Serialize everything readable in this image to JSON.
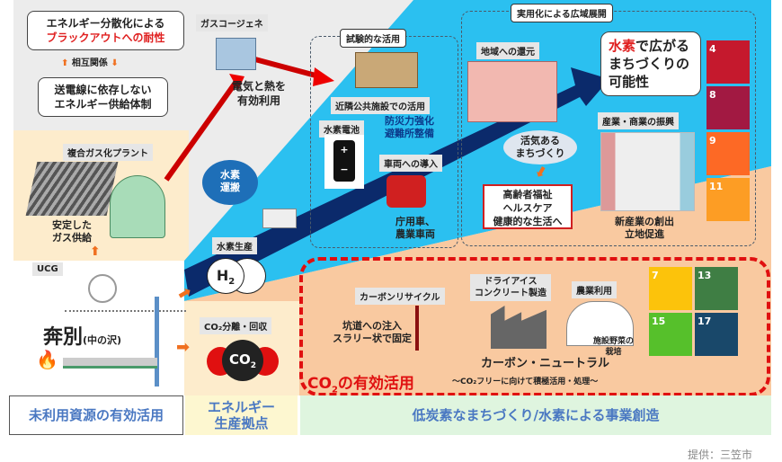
{
  "top_left": {
    "resilience_line1": "エネルギー分散化による",
    "resilience_line2": "ブラックアウトへの耐性",
    "mutual": "相互関係",
    "supply_line1": "送電線に依存しない",
    "supply_line2": "エネルギー供給体制"
  },
  "cogeneration": {
    "label": "ガスコージェネ",
    "desc_line1": "電気と熱を",
    "desc_line2": "有効利用"
  },
  "gasification": {
    "label": "複合ガス化プラント",
    "desc_line1": "安定した",
    "desc_line2": "ガス供給"
  },
  "ucg": {
    "label": "UCG",
    "place": "奔別",
    "place_sub": "(中の沢)"
  },
  "hydrogen": {
    "transport_line1": "水素",
    "transport_line2": "運搬",
    "production": "水素生産",
    "h2": "H",
    "h2_sub": "2"
  },
  "co2": {
    "label": "CO₂分離・回収",
    "mol": "CO",
    "mol_sub": "2"
  },
  "trial": {
    "title": "試験的な活用",
    "public_facility": "近隣公共施設での活用",
    "disaster_line1": "防災力強化",
    "disaster_line2": "避難所整備",
    "battery": "水素電池",
    "vehicle": "車両への導入",
    "vehicle_desc_line1": "庁用車、",
    "vehicle_desc_line2": "農業車両"
  },
  "practical": {
    "title": "実用化による広域展開",
    "community": "地域への還元",
    "lively_line1": "活気ある",
    "lively_line2": "まちづくり",
    "welfare_line1": "高齢者福祉",
    "welfare_line2": "ヘルスケア",
    "welfare_line3": "健康的な生活へ",
    "industry": "産業・商業の振興",
    "industry_desc_line1": "新産業の創出",
    "industry_desc_line2": "立地促進",
    "headline_red": "水素",
    "headline_rest1": "で広がる",
    "headline_line2": "まちづくりの",
    "headline_line3": "可能性"
  },
  "sdgs_top": [
    {
      "num": "4",
      "color": "#c5192d"
    },
    {
      "num": "8",
      "color": "#a21942"
    },
    {
      "num": "9",
      "color": "#fd6925"
    },
    {
      "num": "11",
      "color": "#fd9d24"
    }
  ],
  "carbon": {
    "recycle": "カーボンリサイクル",
    "inject_line1": "坑道への注入",
    "inject_line2": "スラリー状で固定",
    "dryice_line1": "ドライアイス",
    "dryice_line2": "コンクリート製造",
    "agri": "農業利用",
    "greenhouse_line1": "施設野菜の",
    "greenhouse_line2": "栽培",
    "neutral": "カーボン・ニュートラル",
    "neutral_sub": "〜CO₂フリーに向けて積極活用・処理〜",
    "title_co": "CO",
    "title_sub": "2",
    "title_rest": "の有効活用"
  },
  "sdgs_bottom": [
    {
      "num": "7",
      "color": "#fcc30b"
    },
    {
      "num": "13",
      "color": "#3f7e44"
    },
    {
      "num": "15",
      "color": "#56c02b"
    },
    {
      "num": "17",
      "color": "#19486a"
    }
  ],
  "bands": {
    "unused": "未利用資源の有効活用",
    "energy_line1": "エネルギー",
    "energy_line2": "生産拠点",
    "lowcarbon": "低炭素なまちづくり/水素による事業創造"
  },
  "credit": "提供：三笠市"
}
